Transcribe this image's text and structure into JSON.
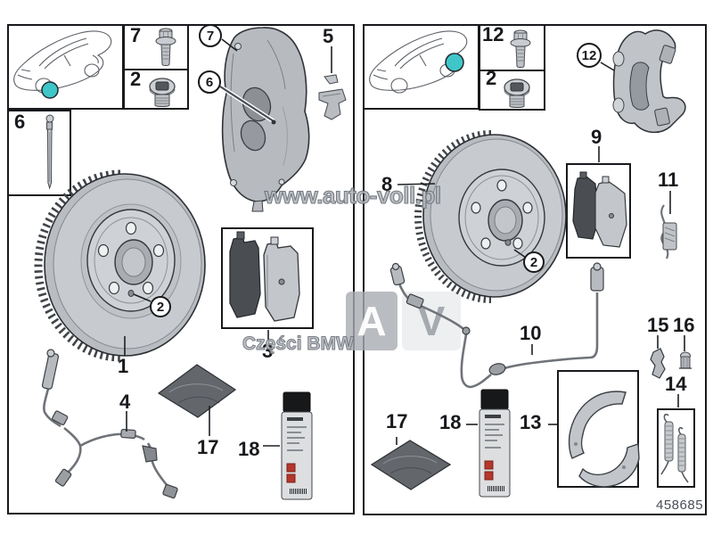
{
  "page": {
    "drawing_number": "458685"
  },
  "watermarks": {
    "url": "www.auto-voll.pl",
    "brand": "Części BMW",
    "logo_a": "A",
    "logo_v": "V"
  },
  "colors": {
    "accent": "#3fc6c9",
    "line": "#17191c"
  },
  "left": {
    "box_bolt": "7",
    "box_plug": "2",
    "box_pin": "6",
    "co_caliper": "7",
    "co_pin": "6",
    "co_screw": "2",
    "disc": "1",
    "pads": "3",
    "sensor": "4",
    "clip": "5",
    "paste": "17",
    "spray": "18"
  },
  "right": {
    "box_bolt": "12",
    "box_plug": "2",
    "co_carrier": "12",
    "co_screw": "2",
    "disc": "8",
    "pads": "9",
    "sensor": "10",
    "spring": "11",
    "shoes": "13",
    "kit": "14",
    "expander": "15",
    "pin": "16",
    "paste": "17",
    "spray": "18"
  }
}
